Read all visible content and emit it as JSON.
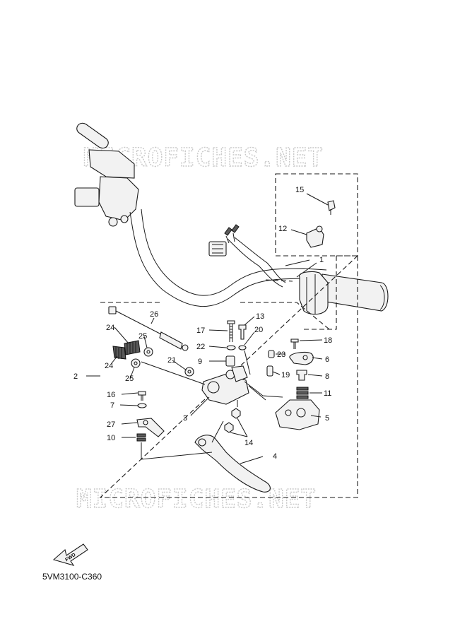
{
  "watermark": "MICROFICHES.NET",
  "diagram_code": "5VM3100-C360",
  "fwd_label": "FWD",
  "callouts": [
    {
      "id": "c1",
      "text": "1"
    },
    {
      "id": "c2",
      "text": "2"
    },
    {
      "id": "c3",
      "text": "3"
    },
    {
      "id": "c4",
      "text": "4"
    },
    {
      "id": "c5",
      "text": "5"
    },
    {
      "id": "c6",
      "text": "6"
    },
    {
      "id": "c7",
      "text": "7"
    },
    {
      "id": "c8",
      "text": "8"
    },
    {
      "id": "c9",
      "text": "9"
    },
    {
      "id": "c10",
      "text": "10"
    },
    {
      "id": "c11",
      "text": "11"
    },
    {
      "id": "c12",
      "text": "12"
    },
    {
      "id": "c13",
      "text": "13"
    },
    {
      "id": "c14",
      "text": "14"
    },
    {
      "id": "c15",
      "text": "15"
    },
    {
      "id": "c16",
      "text": "16"
    },
    {
      "id": "c17",
      "text": "17"
    },
    {
      "id": "c18",
      "text": "18"
    },
    {
      "id": "c19",
      "text": "19"
    },
    {
      "id": "c20",
      "text": "20"
    },
    {
      "id": "c21",
      "text": "21"
    },
    {
      "id": "c22",
      "text": "22"
    },
    {
      "id": "c23",
      "text": "23"
    },
    {
      "id": "c24a",
      "text": "24"
    },
    {
      "id": "c24b",
      "text": "24"
    },
    {
      "id": "c25a",
      "text": "25"
    },
    {
      "id": "c25b",
      "text": "25"
    },
    {
      "id": "c26",
      "text": "26"
    },
    {
      "id": "c27",
      "text": "27"
    }
  ]
}
